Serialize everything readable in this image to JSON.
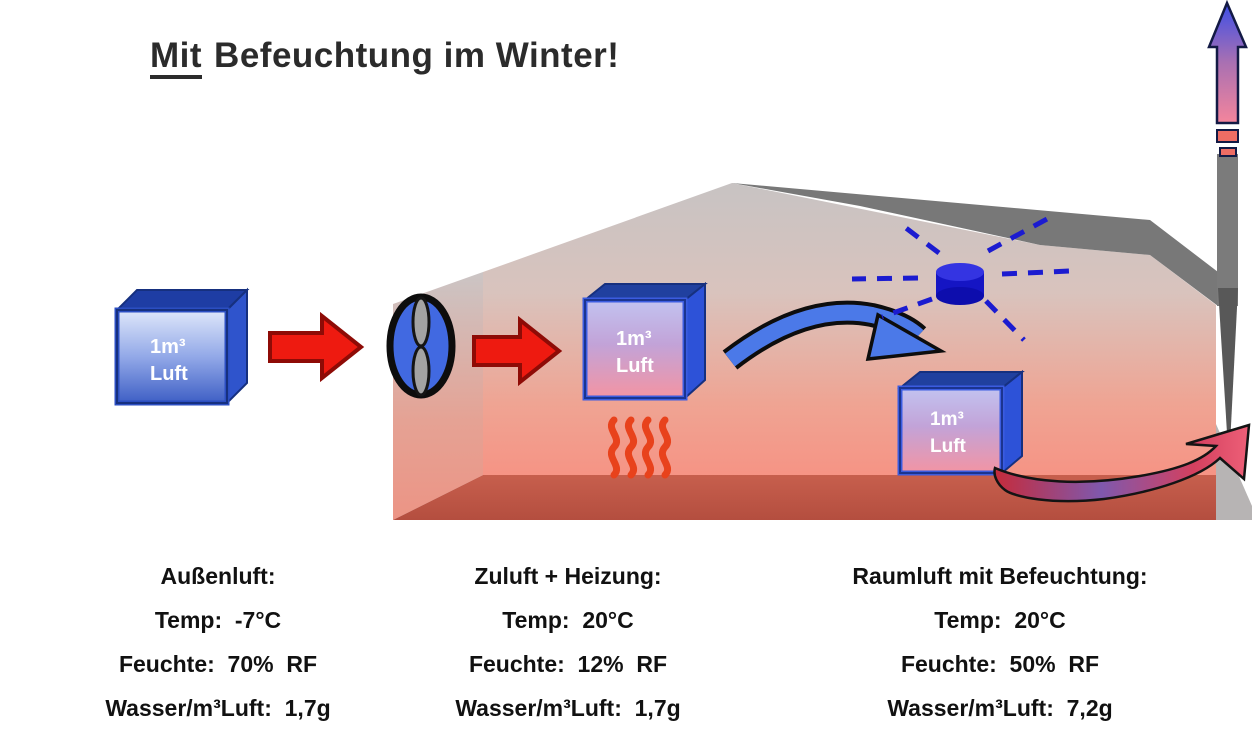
{
  "title": {
    "emphasis": "Mit",
    "rest": "Befeuchtung im Winter!"
  },
  "cube_label": {
    "line1": "1m³",
    "line2": "Luft"
  },
  "columns": [
    {
      "header": "Außenluft:",
      "rows": [
        "Temp:  -7°C",
        "Feuchte:  70%  RF",
        "Wasser/m³Luft:  1,7g"
      ]
    },
    {
      "header": "Zuluft + Heizung:",
      "rows": [
        "Temp:  20°C",
        "Feuchte:  12%  RF",
        "Wasser/m³Luft:  1,7g"
      ]
    },
    {
      "header": "Raumluft mit Befeuchtung:",
      "rows": [
        "Temp:  20°C",
        "Feuchte:  50%  RF",
        "Wasser/m³Luft:  7,2g"
      ]
    }
  ],
  "icons": [
    "fan-icon",
    "supply-arrow-outside-icon",
    "supply-arrow-inside-icon",
    "circulation-arrow-icon",
    "humidifier-icon",
    "mist-rays-icon",
    "heater-icon",
    "exhaust-arrow-icon",
    "chimney-arrow-icon"
  ],
  "colors": {
    "arrow_red": "#ee1a10",
    "arrow_red_outline": "#8e0b06",
    "cube_blue_dark": "#1e3da4",
    "cube_blue_side": "#2f54cc",
    "humidifier_blue": "#1515c4",
    "mist_blue": "#1b1bd0",
    "heater_orange": "#e8421c",
    "roof_gray": "#787878",
    "floor_warm": "#c75f4d",
    "wall_warm": "#f69384",
    "circulation_blue": "#4b79e8"
  }
}
